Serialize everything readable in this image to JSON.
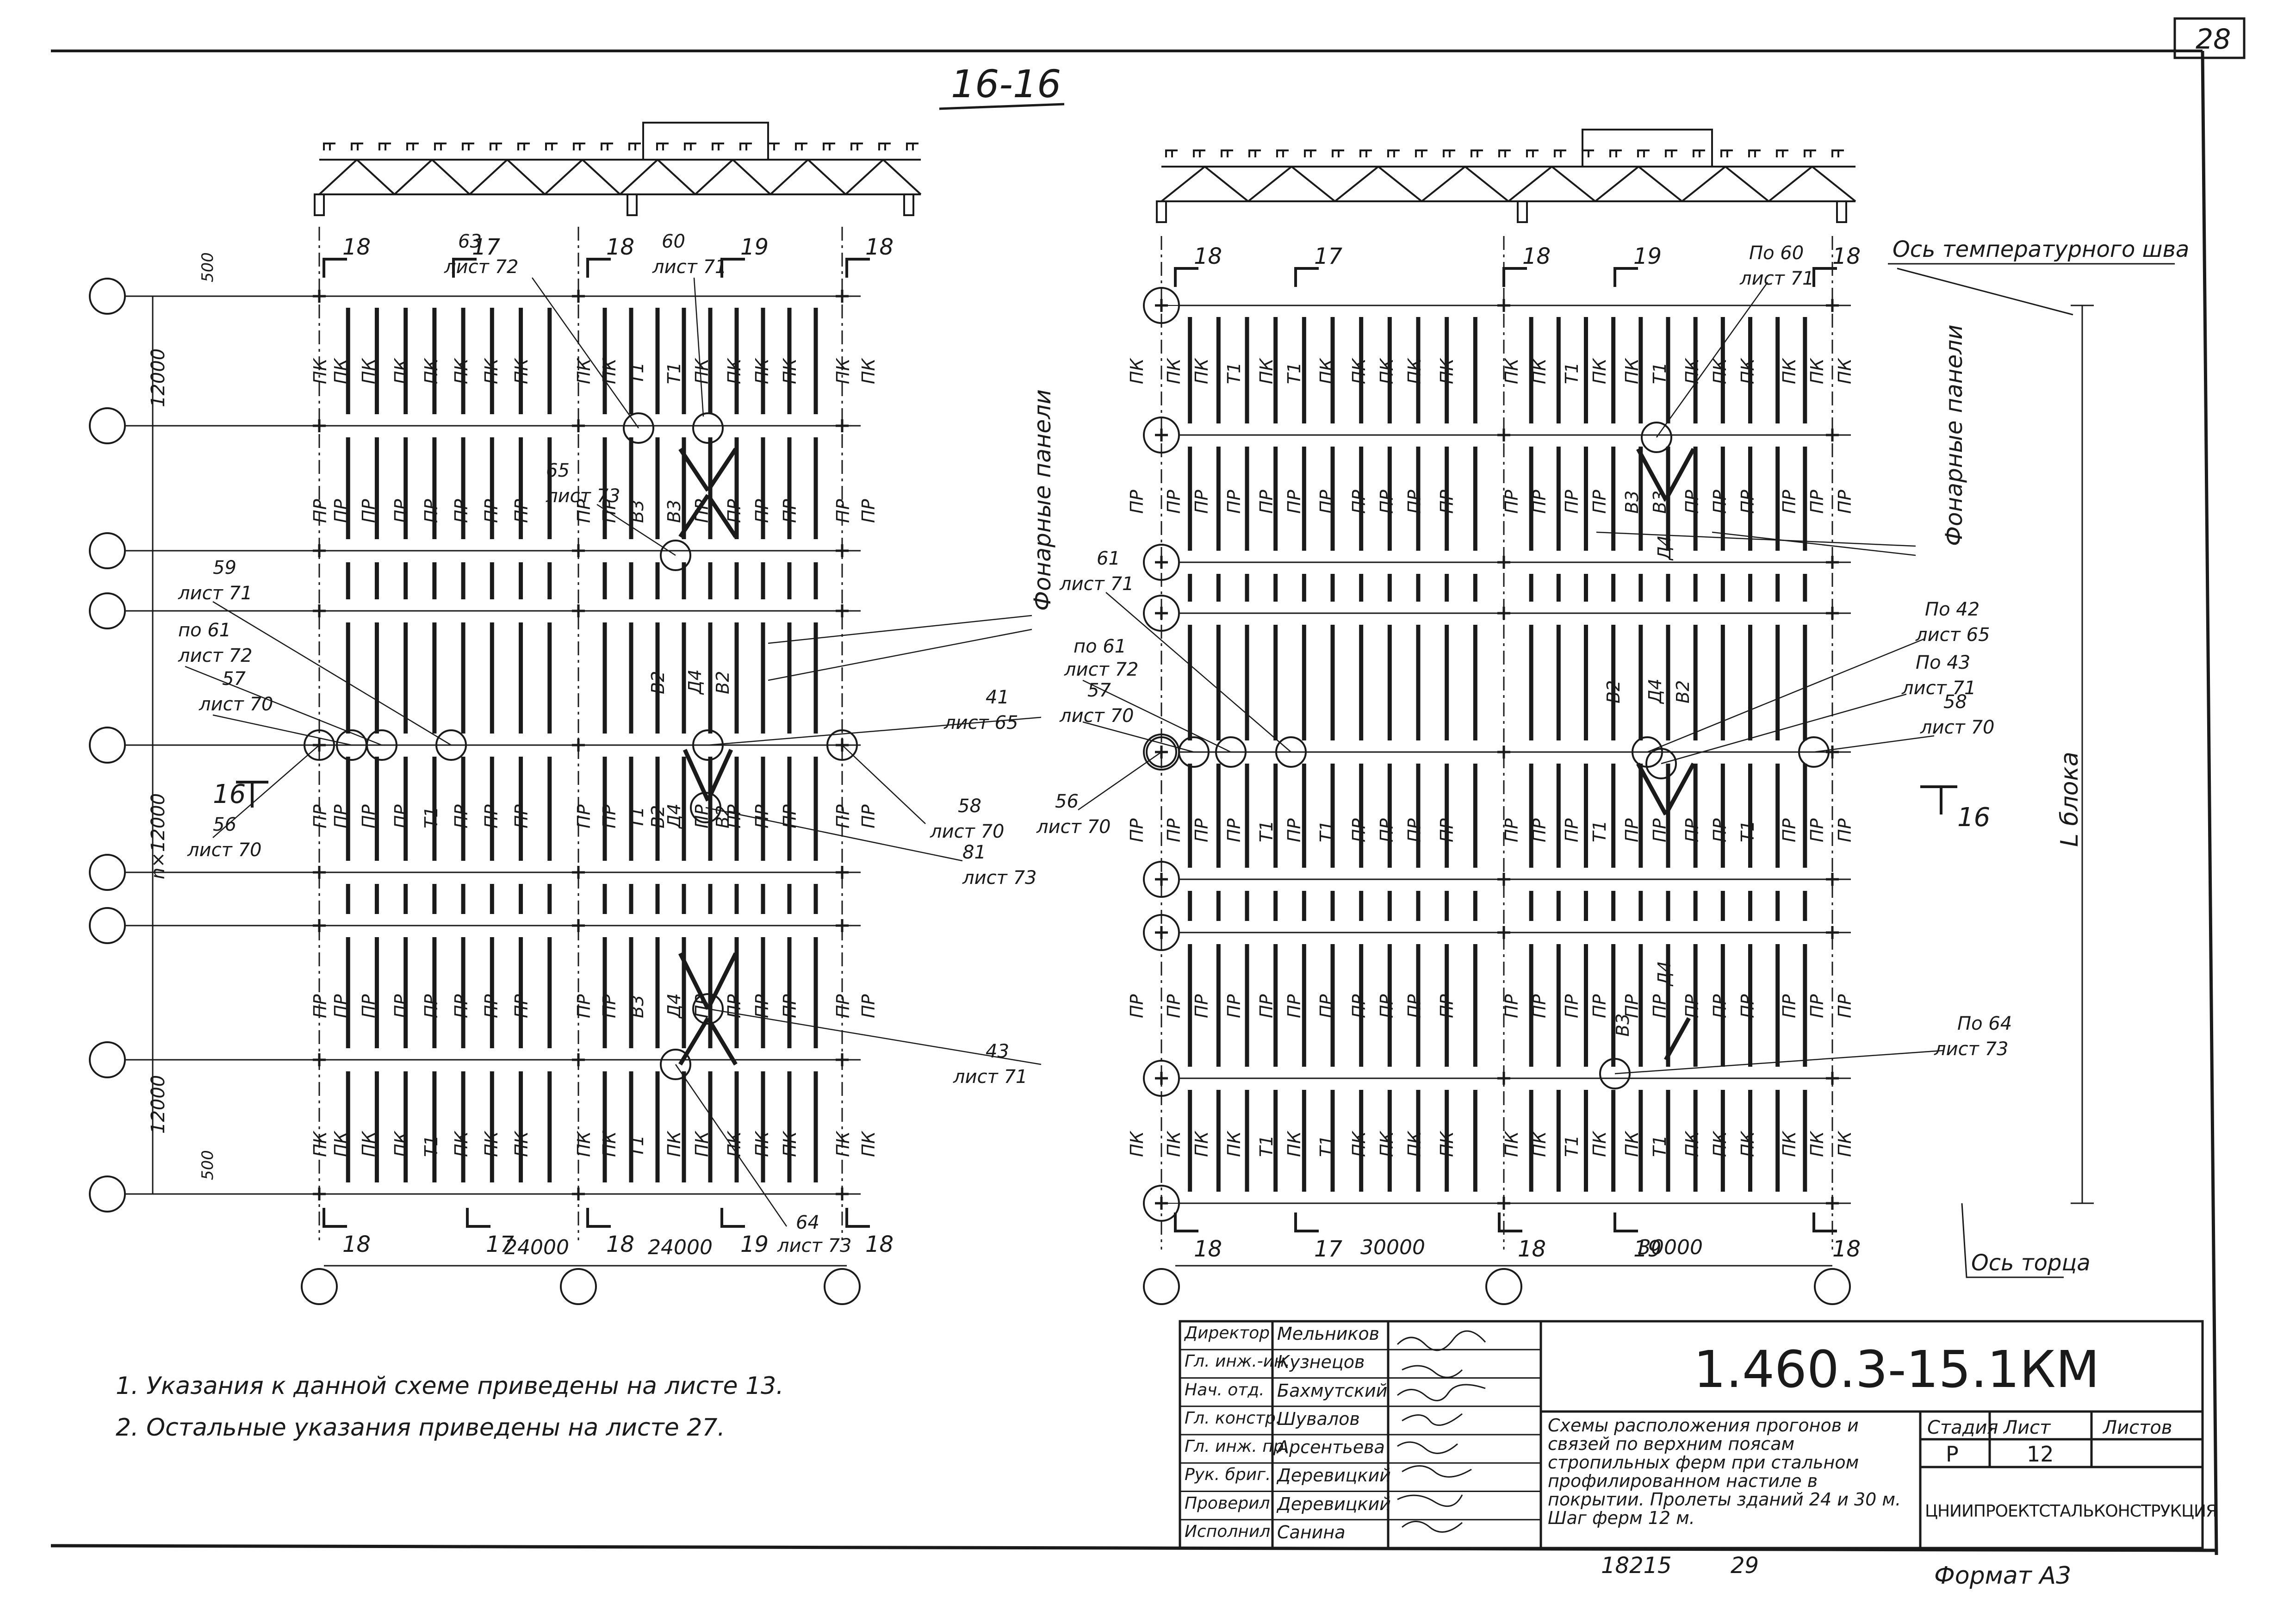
{
  "sheet": {
    "sheet_number": "28",
    "section_label": "16-16",
    "format_label": "Формат А3",
    "org_name": "ЦНИИПРОЕКТСТАЛЬКОНСТРУКЦИЯ"
  },
  "notes": [
    "1. Указания  к данной схеме приведены на листе 13.",
    "2. Остальные указания приведены на листе 27."
  ],
  "left_plan": {
    "dims": {
      "d500_top": "500",
      "d12000_top": "12000",
      "dnx12000": "n×12000",
      "d12000_bot": "12000",
      "d500_bot": "500",
      "d24000_a": "24000",
      "d24000_b": "24000"
    },
    "section_marks": {
      "top": [
        "18",
        "17",
        "18",
        "19",
        "18"
      ],
      "bottom": [
        "18",
        "17",
        "18",
        "19",
        "18"
      ]
    },
    "section_16": "16",
    "lantern_panels": "Фонарные панели",
    "callouts": [
      {
        "num": "63",
        "sheet": "лист 72"
      },
      {
        "num": "60",
        "sheet": "лист 71"
      },
      {
        "num": "65",
        "sheet": "лист 73"
      },
      {
        "num": "59",
        "sheet": "лист 71"
      },
      {
        "num": "по 61",
        "sheet": "лист 72"
      },
      {
        "num": "57",
        "sheet": "лист 70"
      },
      {
        "num": "56",
        "sheet": "лист 70"
      },
      {
        "num": "41",
        "sheet": "лист 65"
      },
      {
        "num": "58",
        "sheet": "лист 70"
      },
      {
        "num": "81",
        "sheet": "лист 73"
      },
      {
        "num": "43",
        "sheet": "лист 71"
      },
      {
        "num": "64",
        "sheet": "лист 73"
      }
    ]
  },
  "right_plan": {
    "dims": {
      "d30000_a": "30000",
      "d30000_b": "30000"
    },
    "section_marks": {
      "top": [
        "18",
        "17",
        "18",
        "19",
        "18"
      ],
      "bottom": [
        "18",
        "17",
        "18",
        "19",
        "18"
      ]
    },
    "section_16": "16",
    "lantern_panels": "Фонарные панели",
    "temp_joint_axis": "Ось температурного шва",
    "end_axis": "Ось торца",
    "block_length": "L блока",
    "callouts": [
      {
        "num": "По 60",
        "sheet": "лист 71"
      },
      {
        "num": "61",
        "sheet": "лист 71"
      },
      {
        "num": "по 61",
        "sheet": "лист 72"
      },
      {
        "num": "57",
        "sheet": "лист 70"
      },
      {
        "num": "56",
        "sheet": "лист 70"
      },
      {
        "num": "По 42",
        "sheet": "лист 65"
      },
      {
        "num": "По 43",
        "sheet": "лист 71"
      },
      {
        "num": "58",
        "sheet": "лист 70"
      },
      {
        "num": "По 64",
        "sheet": "лист 73"
      }
    ]
  },
  "labels": {
    "pk": "ПК",
    "pr": "ПР",
    "t1": "Т1",
    "v2": "В2",
    "v3": "В3",
    "d4": "Д4"
  },
  "title_block": {
    "roles": [
      "Директор",
      "Гл. инж.-ин.",
      "Нач. отд.",
      "Гл. констр.",
      "Гл. инж. пр.",
      "Рук. бриг.",
      "Проверил",
      "Исполнил"
    ],
    "names": [
      "Мельников",
      "Кузнецов",
      "Бахмутский",
      "Шувалов",
      "Арсентьева",
      "Деревицкий",
      "Деревицкий",
      "Санина"
    ],
    "code": "1.460.3-15.1КМ",
    "description": "Схемы расположения прогонов и связей по верхним поясам стропильных ферм при стальном профилированном настиле в покрытии. Пролеты зданий 24 и 30 м. Шаг ферм 12 м.",
    "stage_header": "Стадия",
    "sheet_header": "Лист",
    "sheets_header": "Листов",
    "stage_value": "Р",
    "sheet_value": "12",
    "sheets_value": "",
    "inventory_number": "18215",
    "page_number": "29"
  }
}
